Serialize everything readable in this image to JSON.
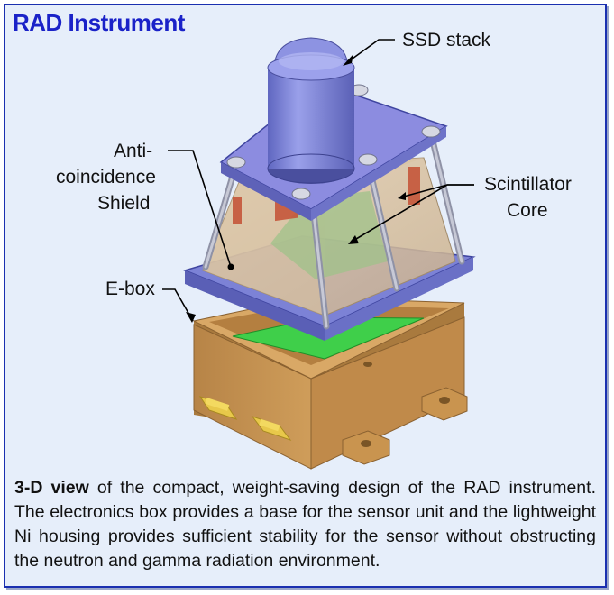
{
  "title": "RAD Instrument",
  "labels": {
    "ssd_stack": "SSD stack",
    "anti_l1": "Anti-",
    "anti_l2": "coincidence",
    "anti_l3": "Shield",
    "scint_l1": "Scintillator",
    "scint_l2": "Core",
    "ebox": "E-box"
  },
  "caption": {
    "bold": "3-D view",
    "rest": " of the compact, weight-saving design of the RAD instrument. The electronics box provides a base for the sensor unit and the lightweight Ni housing provides sufficient stability for the sensor without obstructing the neutron and gamma radiation environment."
  },
  "colors": {
    "title": "#1a22c8",
    "frame": "#1a2fb0",
    "background": "#e6eefa",
    "ebox": "#c8964f",
    "pcb": "#3fcf4a",
    "plate": "#8c8ce0",
    "cylinder": "#7f86d8"
  }
}
